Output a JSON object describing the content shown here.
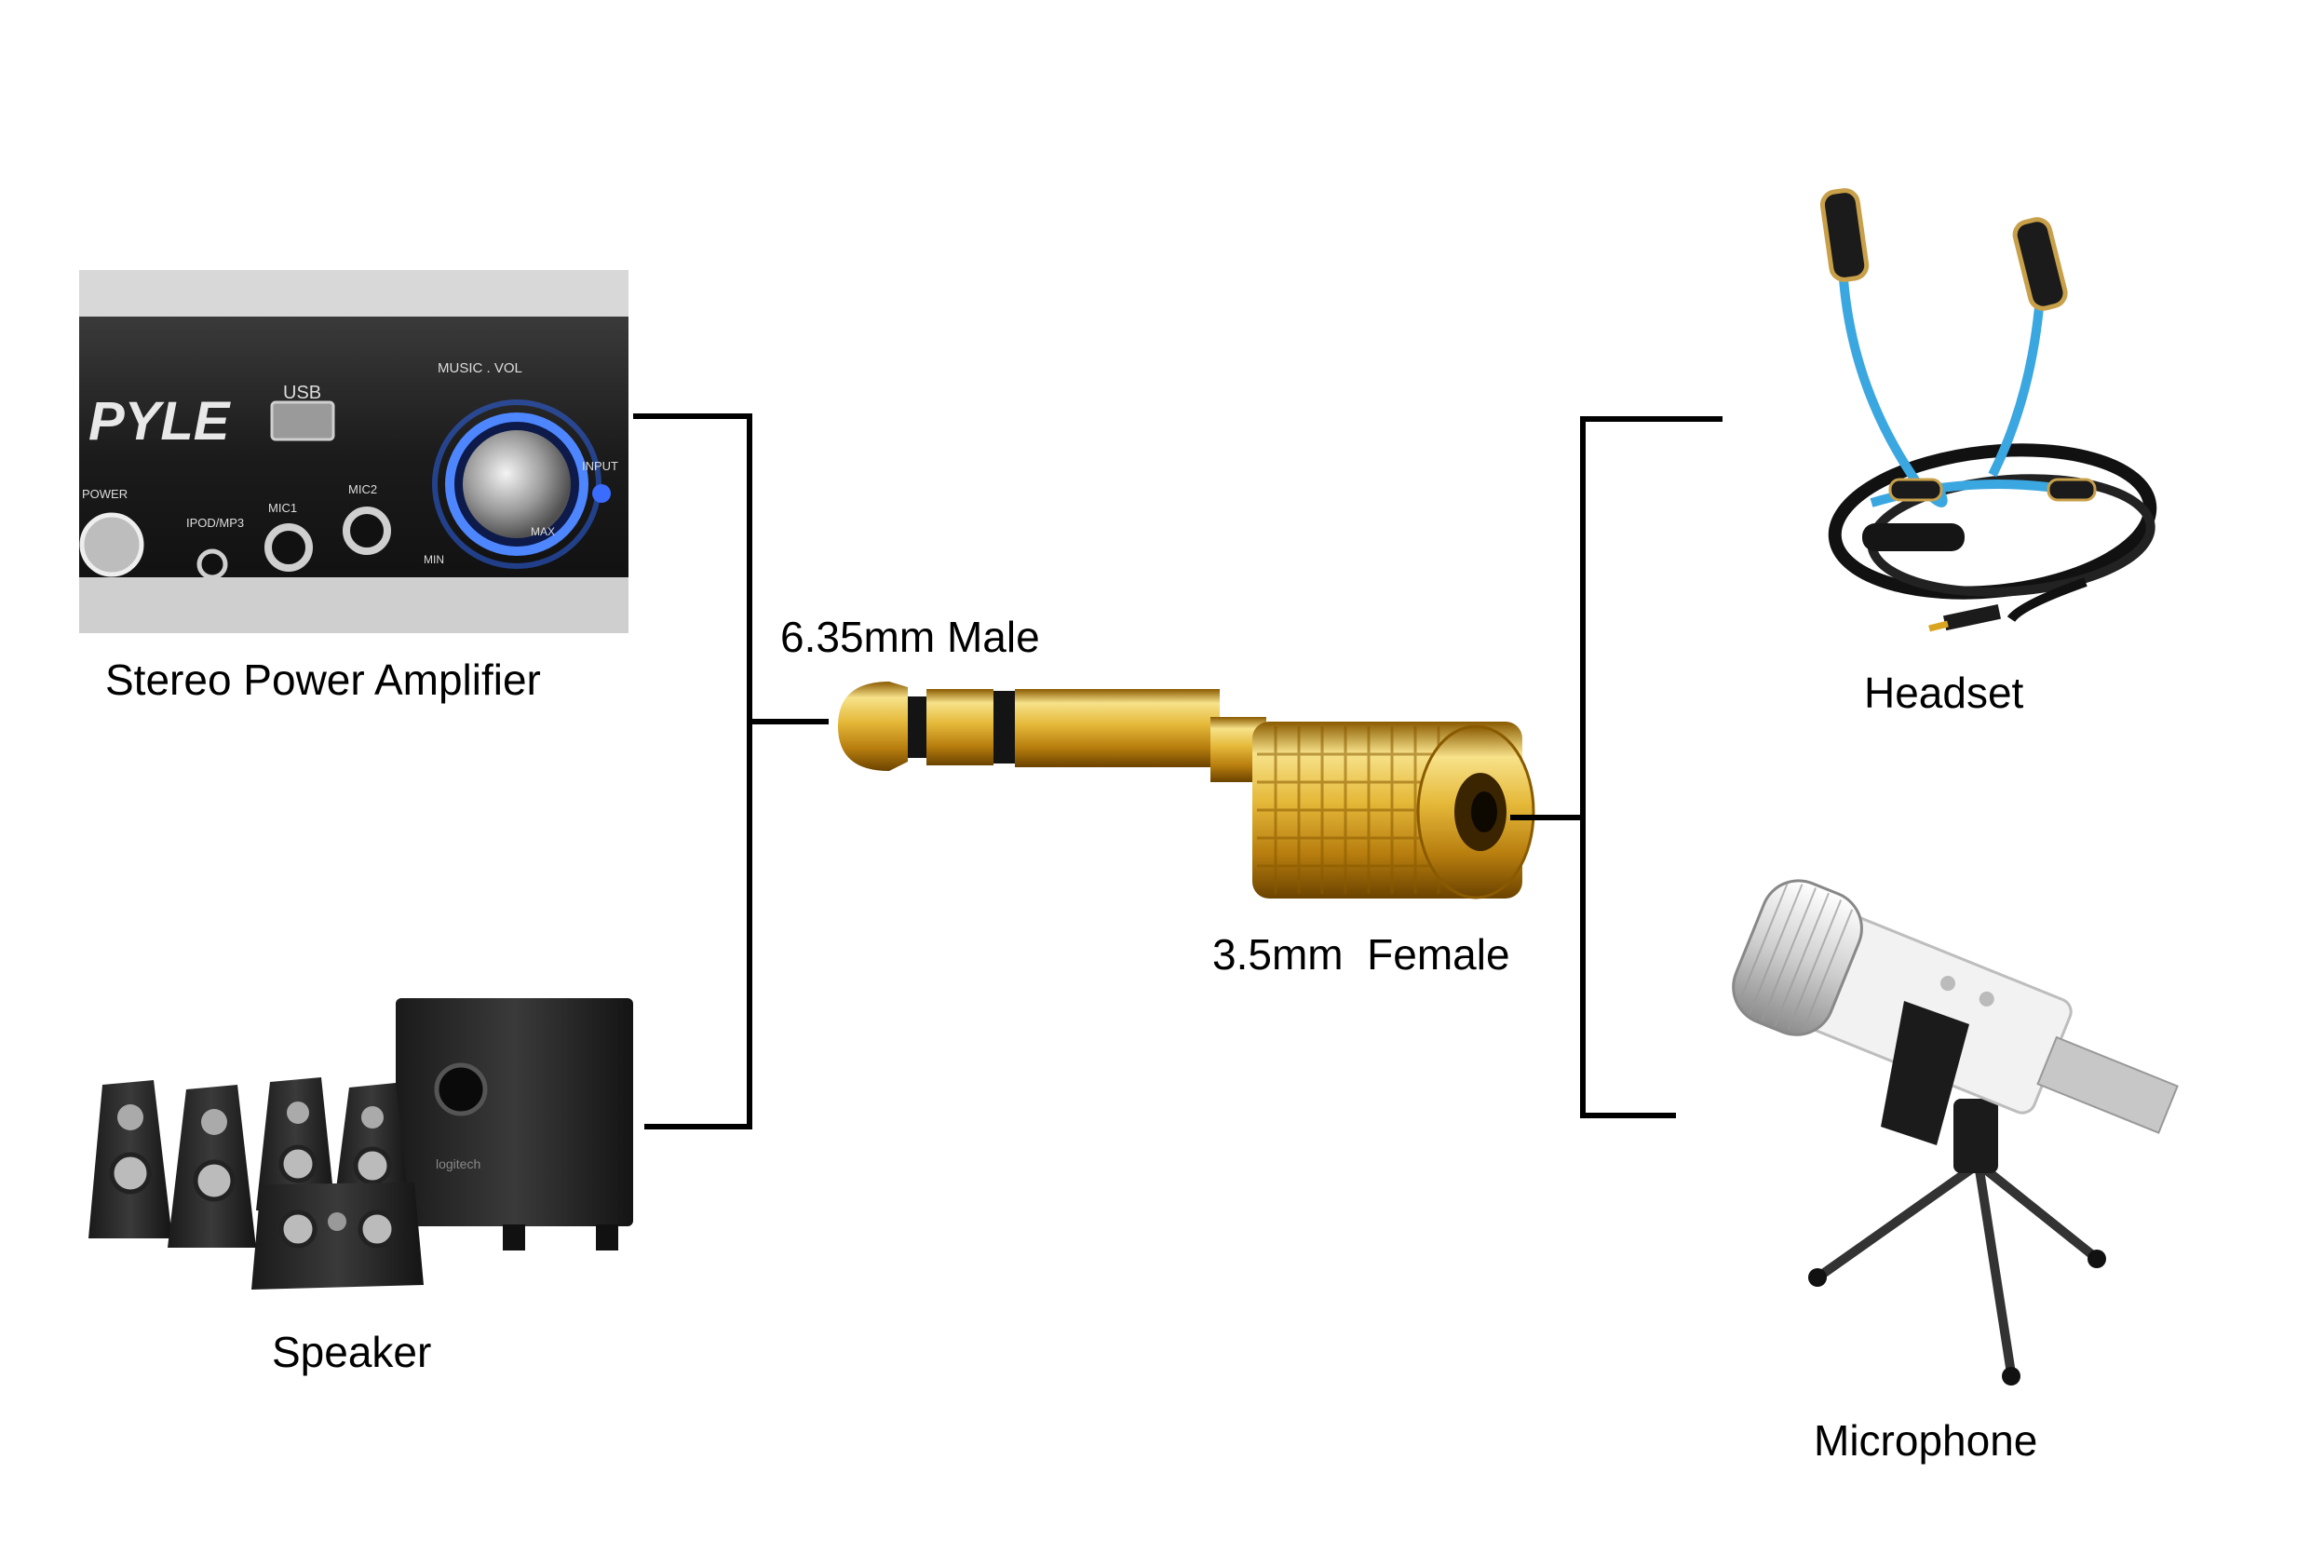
{
  "labels": {
    "amplifier": "Stereo Power Amplifier",
    "speaker": "Speaker",
    "male": "6.35mm Male",
    "female": "3.5mm  Female",
    "headset": "Headset",
    "microphone": "Microphone"
  },
  "amplifier_panel": {
    "brand": "PYLE",
    "usb": "USB",
    "music_vol": "MUSIC . VOL",
    "power": "POWER",
    "ipod": "IPOD/MP3",
    "mic1": "MIC1",
    "mic2": "MIC2",
    "input": "INPUT",
    "min": "MIN",
    "max": "MAX"
  },
  "speaker_brand": "logitech",
  "colors": {
    "gold": "#d9a520",
    "connector_line": "#000000",
    "headset_cable": "#3ba7e0",
    "amp_knob_glow": "#2f6bff"
  }
}
